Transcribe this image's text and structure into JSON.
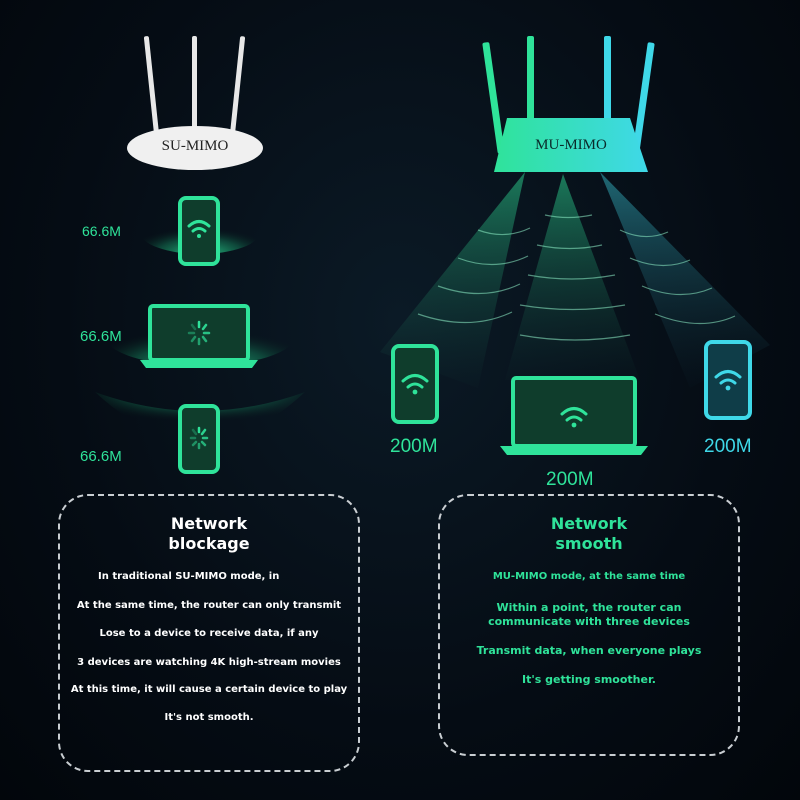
{
  "su_mimo": {
    "router_label": "SU-MIMO",
    "speeds": [
      "66.6M",
      "66.6M",
      "66.6M"
    ]
  },
  "mu_mimo": {
    "router_label": "MU-MIMO",
    "speeds": [
      "200M",
      "200M",
      "200M"
    ]
  },
  "left_panel": {
    "title_line1": "Network",
    "title_line2": "blockage",
    "lines": [
      "In traditional SU-MIMO mode, in",
      "At the same time, the router can only transmit",
      "Lose to a device to receive data, if any",
      "3 devices are watching 4K high-stream movies",
      "At this time, it will cause a certain device to play",
      "It's not smooth."
    ]
  },
  "right_panel": {
    "title_line1": "Network",
    "title_line2": "smooth",
    "lines": [
      "MU-MIMO mode, at the same time",
      "Within a point, the router can",
      "communicate with three devices",
      "Transmit data, when everyone plays",
      "It's getting smoother."
    ]
  },
  "colors": {
    "accent": "#2fe39a",
    "accent_cyan": "#3fd8e8",
    "background": "#050c14"
  }
}
